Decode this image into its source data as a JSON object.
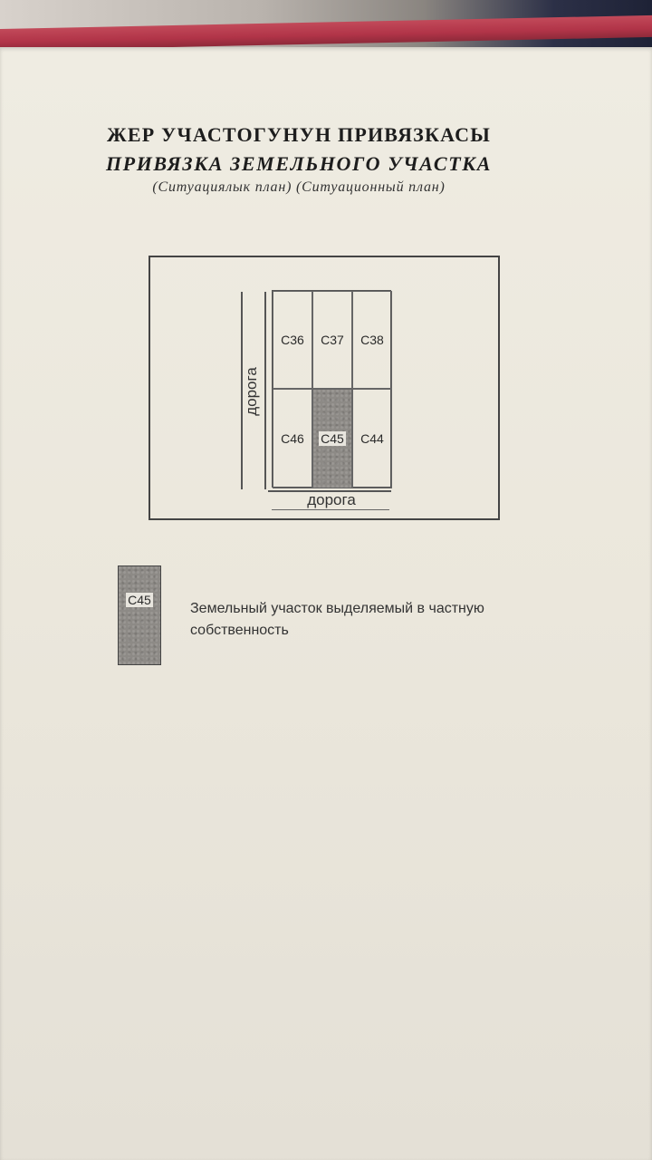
{
  "document": {
    "title_kg": "ЖЕР УЧАСТОГУНУН ПРИВЯЗКАСЫ",
    "title_ru": "ПРИВЯЗКА ЗЕМЕЛЬНОГО УЧАСТКА",
    "subtitle": "(Ситуациялык план) (Ситуационный план)"
  },
  "plan": {
    "road_vertical_label": "дорога",
    "road_horizontal_label": "дорога",
    "plots": [
      {
        "id": "C36",
        "selected": false
      },
      {
        "id": "C37",
        "selected": false
      },
      {
        "id": "C38",
        "selected": false
      },
      {
        "id": "C46",
        "selected": false
      },
      {
        "id": "C45",
        "selected": true
      },
      {
        "id": "C44",
        "selected": false
      }
    ]
  },
  "legend": {
    "swatch_label": "C45",
    "description": "Земельный участок выделяемый в частную собственность"
  }
}
